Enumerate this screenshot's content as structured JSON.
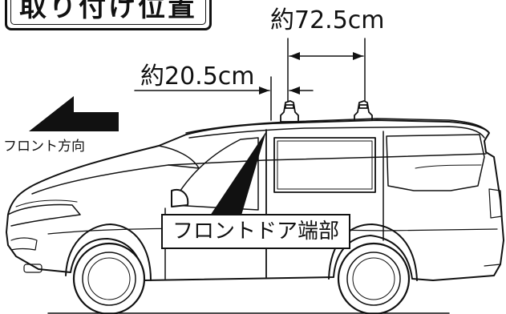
{
  "title": "取り付け位置",
  "dimensions": {
    "bar_spacing": "約72.5cm",
    "front_offset": "約20.5cm"
  },
  "direction_label": "フロント方向",
  "callout_label": "フロントドア端部",
  "icons": [
    "front-direction-arrow-icon",
    "roof-bar-foot-icon"
  ]
}
